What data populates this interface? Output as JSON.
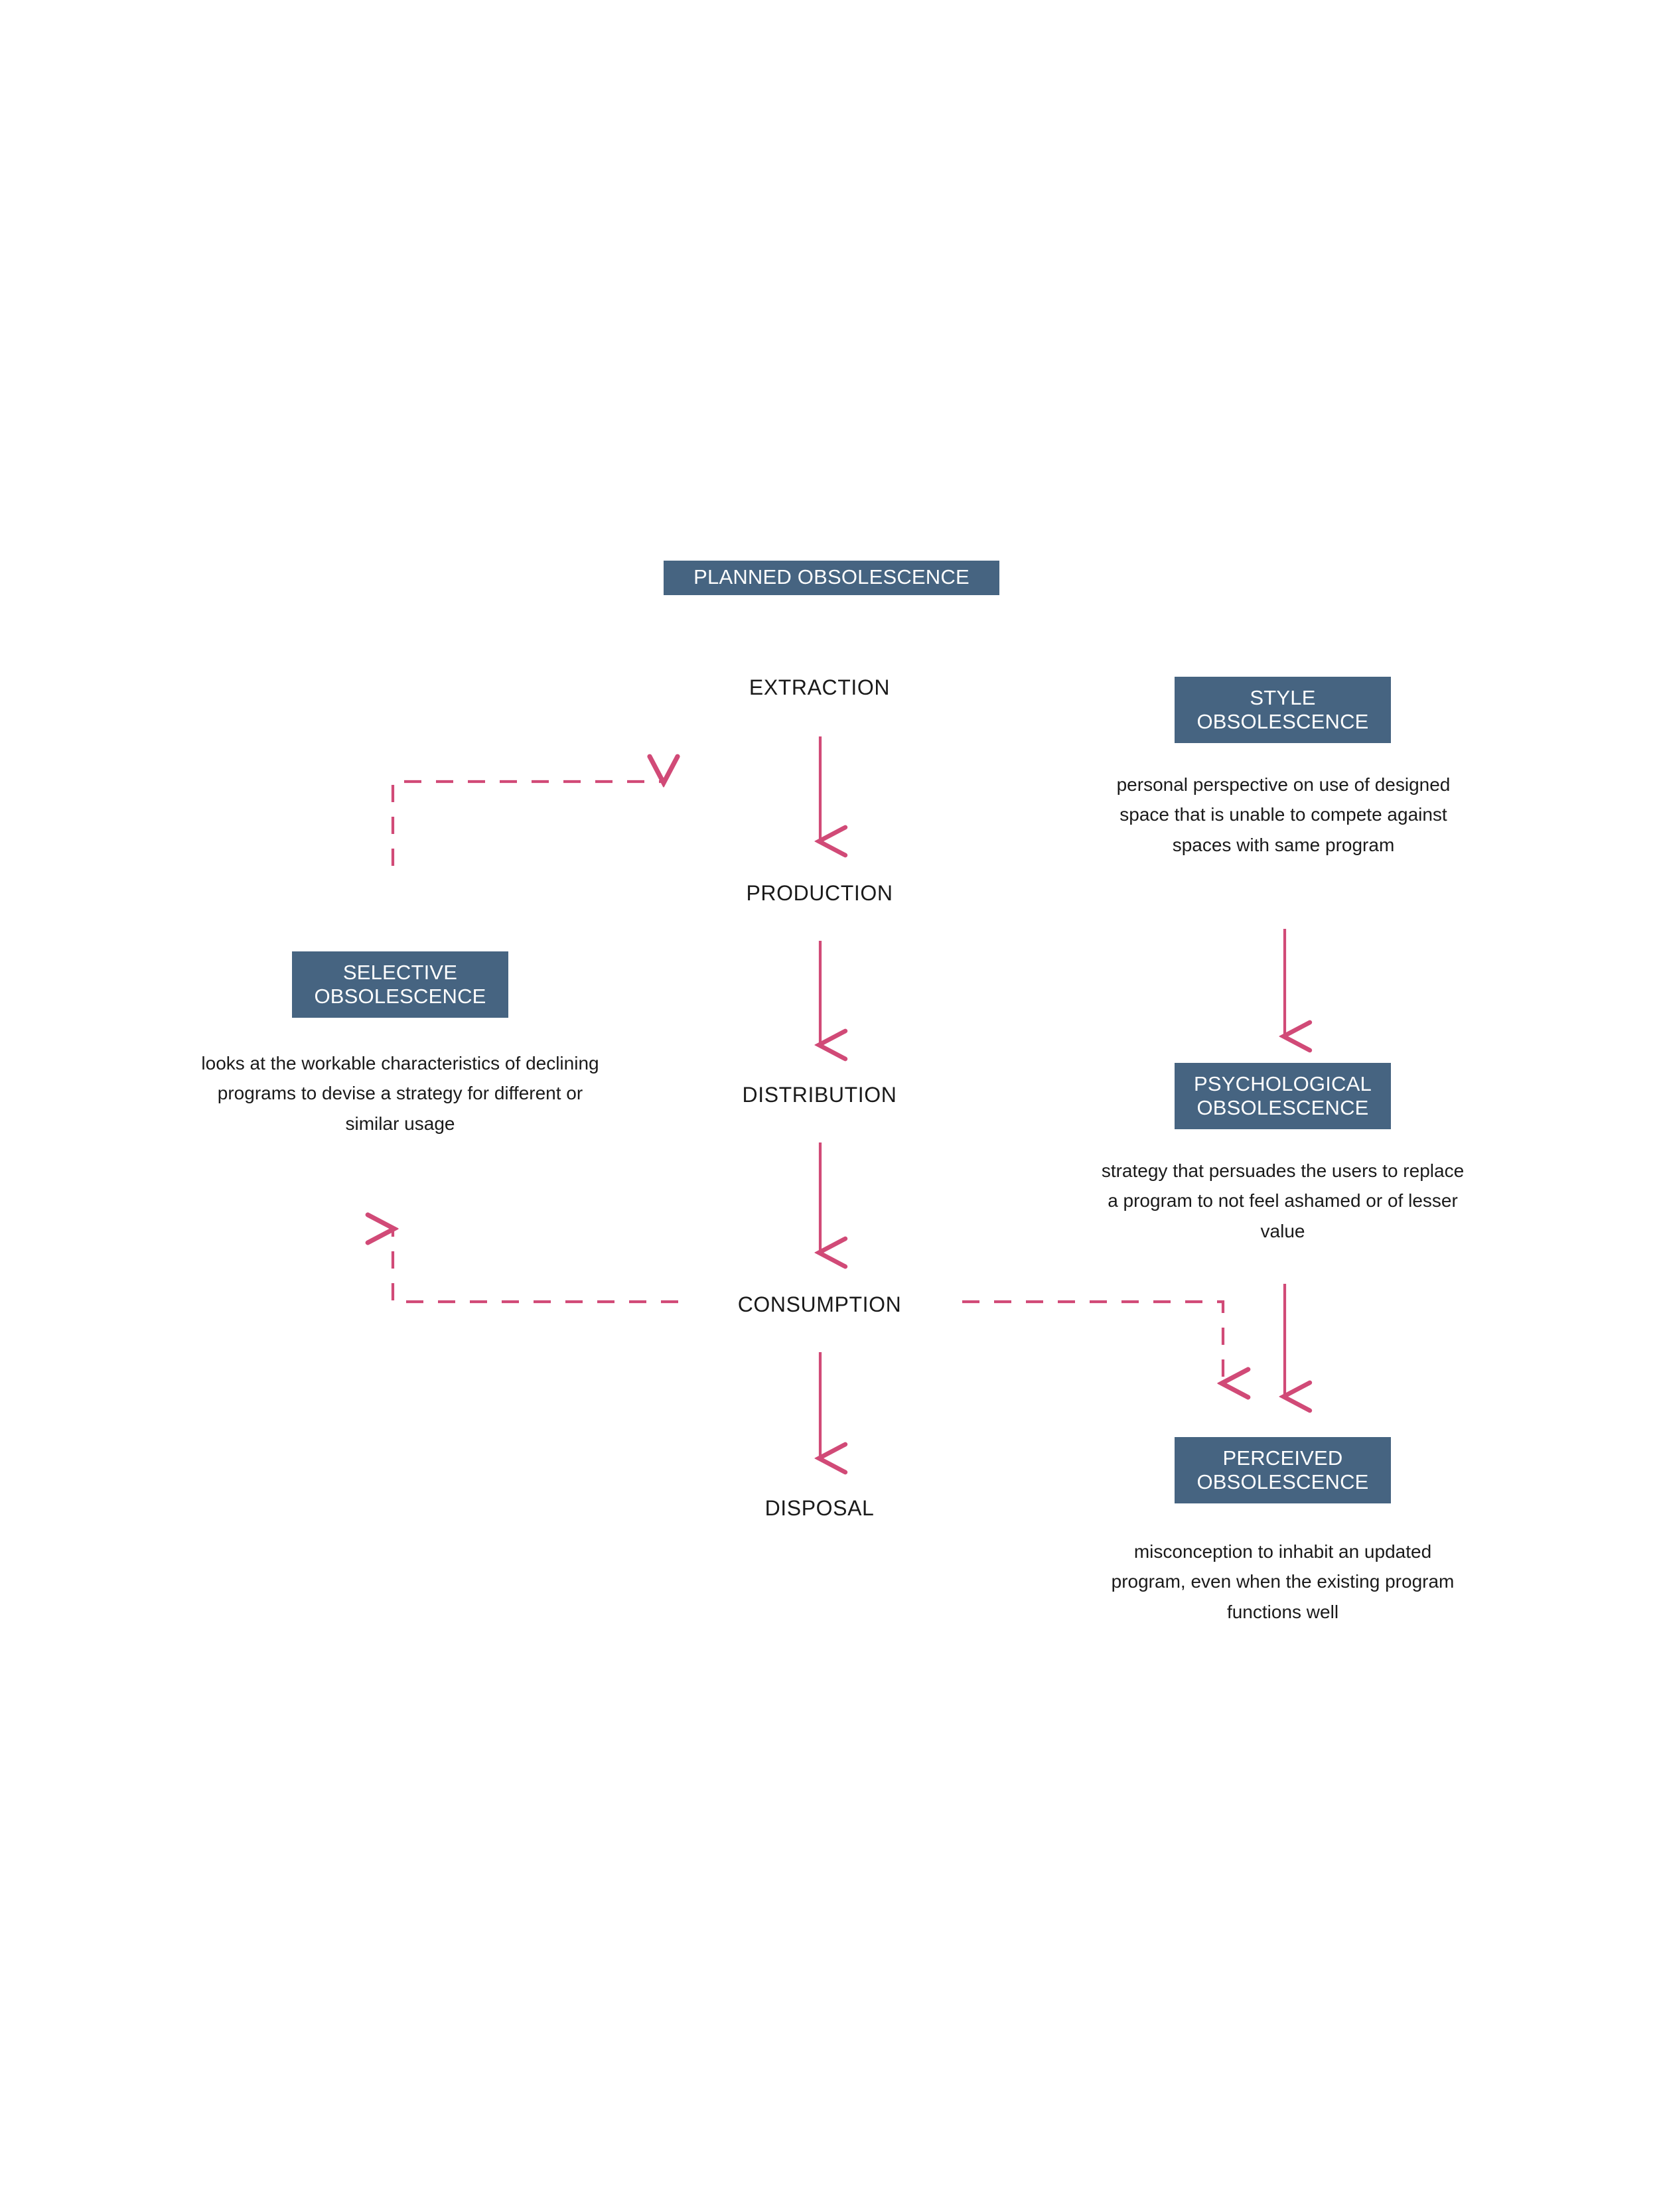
{
  "theme": {
    "box_fill": "#466481",
    "box_text": "#ffffff",
    "arrow_color": "#d14a77",
    "body_text": "#1a1a1a",
    "background": "#ffffff"
  },
  "title": {
    "text": "PLANNED OBSOLESCENCE"
  },
  "lifecycle": {
    "stages": [
      {
        "id": "extraction",
        "label": "EXTRACTION"
      },
      {
        "id": "production",
        "label": "PRODUCTION"
      },
      {
        "id": "distribution",
        "label": "DISTRIBUTION"
      },
      {
        "id": "consumption",
        "label": "CONSUMPTION"
      },
      {
        "id": "disposal",
        "label": "DISPOSAL"
      }
    ]
  },
  "categories": {
    "selective": {
      "title_line1": "SELECTIVE",
      "title_line2": "OBSOLESCENCE",
      "description": "looks at the workable characteristics of declining programs to devise a strategy for different or similar usage"
    },
    "style": {
      "title_line1": "STYLE",
      "title_line2": "OBSOLESCENCE",
      "description": "personal perspective on use of designed space that is unable to compete against spaces with same program"
    },
    "psychological": {
      "title_line1": "PSYCHOLOGICAL",
      "title_line2": "OBSOLESCENCE",
      "description": "strategy that persuades the users to replace a program to not feel ashamed or of lesser value"
    },
    "perceived": {
      "title_line1": "PERCEIVED",
      "title_line2": "OBSOLESCENCE",
      "description": "misconception to inhabit an updated program, even when the existing program functions well"
    }
  },
  "connectors": {
    "solid_arrows": [
      {
        "name": "extraction-to-production",
        "from": "EXTRACTION",
        "to": "PRODUCTION"
      },
      {
        "name": "production-to-distribution",
        "from": "PRODUCTION",
        "to": "DISTRIBUTION"
      },
      {
        "name": "distribution-to-consumption",
        "from": "DISTRIBUTION",
        "to": "CONSUMPTION"
      },
      {
        "name": "consumption-to-disposal",
        "from": "CONSUMPTION",
        "to": "DISPOSAL"
      },
      {
        "name": "style-to-psychological",
        "from": "STYLE OBSOLESCENCE",
        "to": "PSYCHOLOGICAL OBSOLESCENCE"
      },
      {
        "name": "psychological-to-perceived",
        "from": "PSYCHOLOGICAL OBSOLESCENCE",
        "to": "PERCEIVED OBSOLESCENCE"
      }
    ],
    "dashed_arrows": [
      {
        "name": "selective-feedback-out",
        "from": "SELECTIVE OBSOLESCENCE",
        "to": "PRODUCTION",
        "style": "dashed"
      },
      {
        "name": "consumption-to-selective",
        "from": "CONSUMPTION",
        "to": "SELECTIVE OBSOLESCENCE",
        "style": "dashed"
      },
      {
        "name": "consumption-to-perceived",
        "from": "CONSUMPTION",
        "to": "PERCEIVED OBSOLESCENCE",
        "style": "dashed"
      }
    ]
  }
}
